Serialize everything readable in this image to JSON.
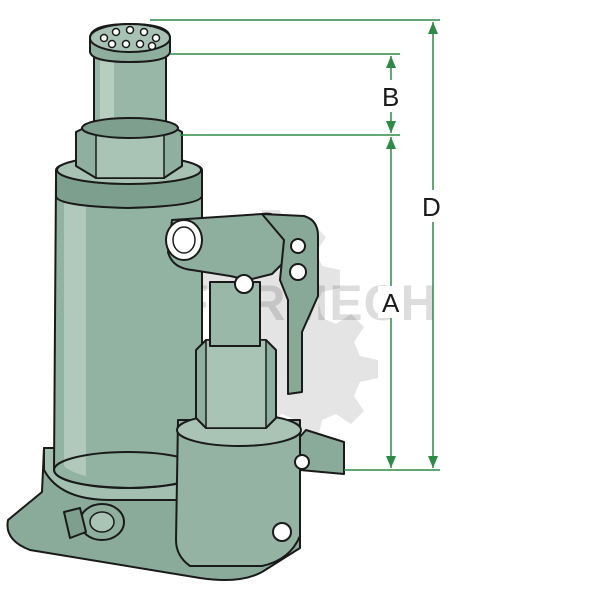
{
  "dimensions": [
    {
      "key": "A",
      "label": "A"
    },
    {
      "key": "B",
      "label": "B"
    },
    {
      "key": "D",
      "label": "D"
    }
  ],
  "watermark": {
    "text": "FORMECH"
  },
  "colors": {
    "body": "#92b2a2",
    "body_dark": "#6f9381",
    "body_light": "#b3cbbd",
    "outline": "#1a1a1a",
    "dimension_line": "#2e8b47",
    "background": "#ffffff"
  },
  "icons": [
    "gear-watermark-icon",
    "release-screw-icon",
    "pump-socket-icon"
  ]
}
